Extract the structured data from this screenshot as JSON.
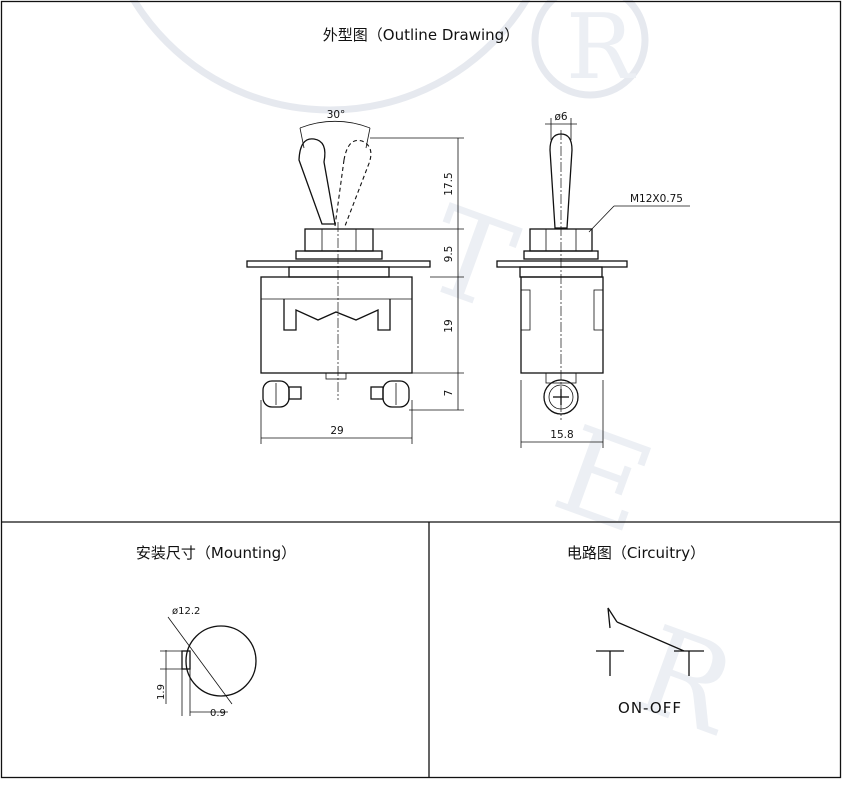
{
  "panels": {
    "outline": {
      "title": "外型图（Outline Drawing）"
    },
    "mounting": {
      "title": "安装尺寸（Mounting）"
    },
    "circuitry": {
      "title": "电路图（Circuitry）"
    }
  },
  "front_view": {
    "angle": "30°",
    "dim_lever": "17.5",
    "dim_bushing": "9.5",
    "dim_body": "19",
    "dim_terminal": "7",
    "dim_width": "29"
  },
  "side_view": {
    "dim_lever_dia": "ø6",
    "thread": "M12X0.75",
    "dim_width": "15.8"
  },
  "mounting_dims": {
    "hole_dia": "ø12.2",
    "key_height": "1.9",
    "key_depth": "0.9"
  },
  "circuit": {
    "label": "ON-OFF"
  },
  "watermark": {
    "letters": [
      "R",
      "T",
      "E",
      "R"
    ]
  }
}
